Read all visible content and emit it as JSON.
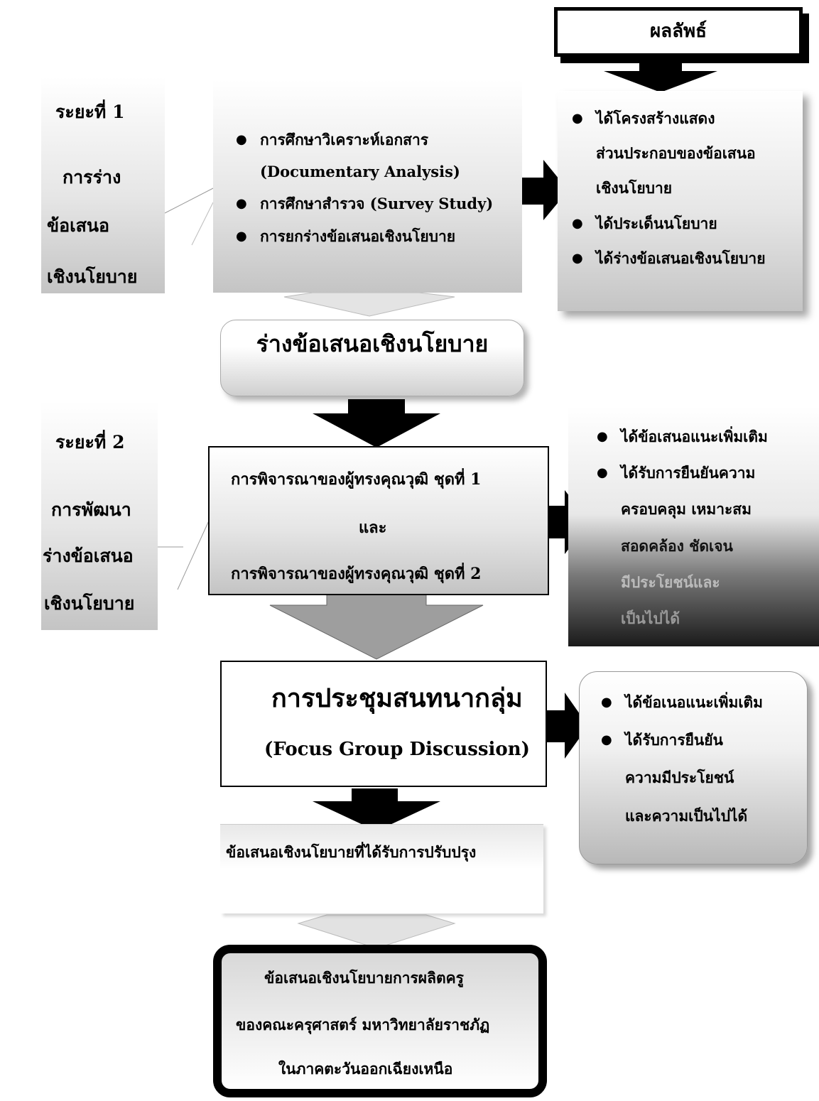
{
  "result_header": "ผลลัพธ์",
  "phase1": {
    "label": [
      "ระยะที่ 1",
      "การร่าง",
      "ข้อเสนอ",
      "เชิงนโยบาย"
    ],
    "activities": [
      "การศึกษาวิเคราะห์เอกสาร",
      "(Documentary Analysis)",
      "การศึกษาสำรวจ (Survey Study)",
      "การยกร่างข้อเสนอเชิงนโยบาย"
    ],
    "outputs": [
      "ได้โครงสร้างแสดง",
      "ส่วนประกอบของข้อเสนอ",
      "เชิงนโยบาย",
      "ได้ประเด็นนโยบาย",
      "ได้ร่างข้อเสนอเชิงนโยบาย"
    ]
  },
  "draft_box": "ร่างข้อเสนอเชิงนโยบาย",
  "phase2": {
    "label": [
      "ระยะที่ 2",
      "การพัฒนา",
      "ร่างข้อเสนอ",
      "เชิงนโยบาย"
    ],
    "review": [
      "การพิจารณาของผู้ทรงคุณวุฒิ ชุดที่ 1",
      "และ",
      "การพิจารณาของผู้ทรงคุณวุฒิ ชุดที่ 2"
    ],
    "outputs": [
      "ได้ข้อเสนอแนะเพิ่มเติม",
      "ได้รับการยืนยันความ",
      "ครอบคลุม เหมาะสม",
      "สอดคล้อง ชัดเจน",
      "มีประโยชน์และ",
      "เป็นไปได้"
    ]
  },
  "focus": {
    "title": "การประชุมสนทนากลุ่ม",
    "subtitle": "(Focus Group  Discussion)",
    "outputs": [
      "ได้ข้อเนอแนะเพิ่มเติม",
      "ได้รับการยืนยัน",
      "ความมีประโยชน์",
      "และความเป็นไปได้"
    ]
  },
  "improved_box": "ข้อเสนอเชิงนโยบายที่ได้รับการปรับปรุง",
  "final_box": [
    "ข้อเสนอเชิงนโยบายการผลิตครู",
    "ของคณะครุศาสตร์ มหาวิทยาลัยราชภัฏ",
    "ในภาคตะวันออกเฉียงเหนือ"
  ],
  "colors": {
    "arrow": "#000000",
    "light_arrow": "#d9d9d9",
    "mid_arrow": "#a6a6a6"
  }
}
